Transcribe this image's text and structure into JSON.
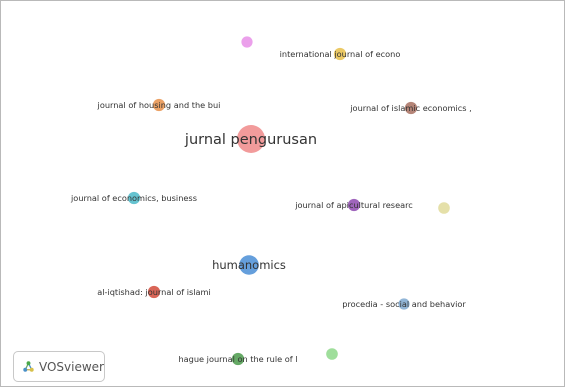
{
  "app": {
    "name": "VOSviewer"
  },
  "network": {
    "nodes": [
      {
        "id": "n1",
        "label": "",
        "color": "#e88fe8",
        "weight": 0.2,
        "label_size": 0
      },
      {
        "id": "n2",
        "label": "international journal of econo",
        "color": "#e8c04a",
        "weight": 0.25,
        "label_size": 1
      },
      {
        "id": "n3",
        "label": "journal of housing and the bui",
        "color": "#e8904a",
        "weight": 0.25,
        "label_size": 1
      },
      {
        "id": "n4",
        "label": "journal of islamic economics ,",
        "color": "#a87060",
        "weight": 0.25,
        "label_size": 1
      },
      {
        "id": "n5",
        "label": "jurnal pengurusan",
        "color": "#f08a8a",
        "weight": 1.0,
        "label_size": 2
      },
      {
        "id": "n6",
        "label": "journal of economics, business",
        "color": "#4ab8c8",
        "weight": 0.25,
        "label_size": 1
      },
      {
        "id": "n7",
        "label": "journal of apicultural researc",
        "color": "#8e4ab0",
        "weight": 0.25,
        "label_size": 1
      },
      {
        "id": "n8",
        "label": "",
        "color": "#e0da9a",
        "weight": 0.22,
        "label_size": 0
      },
      {
        "id": "n9",
        "label": "humanomics",
        "color": "#4a8ed6",
        "weight": 0.6,
        "label_size": 1.5
      },
      {
        "id": "n10",
        "label": "al-iqtishad: journal of islami",
        "color": "#d24a3a",
        "weight": 0.25,
        "label_size": 1
      },
      {
        "id": "n11",
        "label": "procedia - social and behavior",
        "color": "#7ea8d0",
        "weight": 0.2,
        "label_size": 1
      },
      {
        "id": "n12",
        "label": "",
        "color": "#8ed88a",
        "weight": 0.22,
        "label_size": 0
      },
      {
        "id": "n13",
        "label": "hague journal on the rule of l",
        "color": "#4a9a4a",
        "weight": 0.25,
        "label_size": 1
      }
    ]
  }
}
